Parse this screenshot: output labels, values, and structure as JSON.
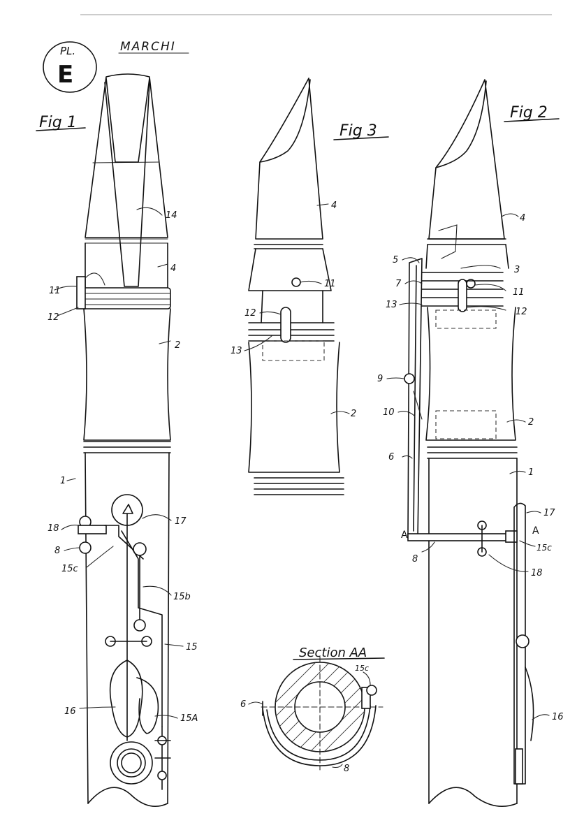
{
  "sheet": {
    "plate_prefix": "PL.",
    "plate_letter": "E",
    "inventor": "MARCHI",
    "colors": {
      "ink": "#111111",
      "paper": "#ffffff"
    }
  },
  "figures": {
    "fig1": {
      "title": "Fig 1",
      "labels": {
        "l14": "14",
        "l4": "4",
        "l11": "11",
        "l12": "12",
        "l2": "2",
        "l1": "1",
        "l17": "17",
        "l18": "18",
        "l8": "8",
        "l15c": "15c",
        "l15b": "15b",
        "l15": "15",
        "l16": "16",
        "l15a": "15A"
      }
    },
    "fig2": {
      "title": "Fig 2",
      "labels": {
        "l4": "4",
        "l5": "5",
        "l3": "3",
        "l7": "7",
        "l11": "11",
        "l13": "13",
        "l12": "12",
        "l9": "9",
        "l10": "10",
        "l2": "2",
        "l6": "6",
        "l1": "1",
        "l17": "17",
        "lA1": "A",
        "lA2": "A",
        "l15c": "15c",
        "l8": "8",
        "l18": "18",
        "l16": "16"
      }
    },
    "fig3": {
      "title": "Fig 3",
      "labels": {
        "l4": "4",
        "l11": "11",
        "l12": "12",
        "l13": "13",
        "l2": "2"
      }
    },
    "section": {
      "title": "Section AA",
      "labels": {
        "l15c": "15c",
        "l6": "6",
        "l8": "8"
      }
    }
  }
}
